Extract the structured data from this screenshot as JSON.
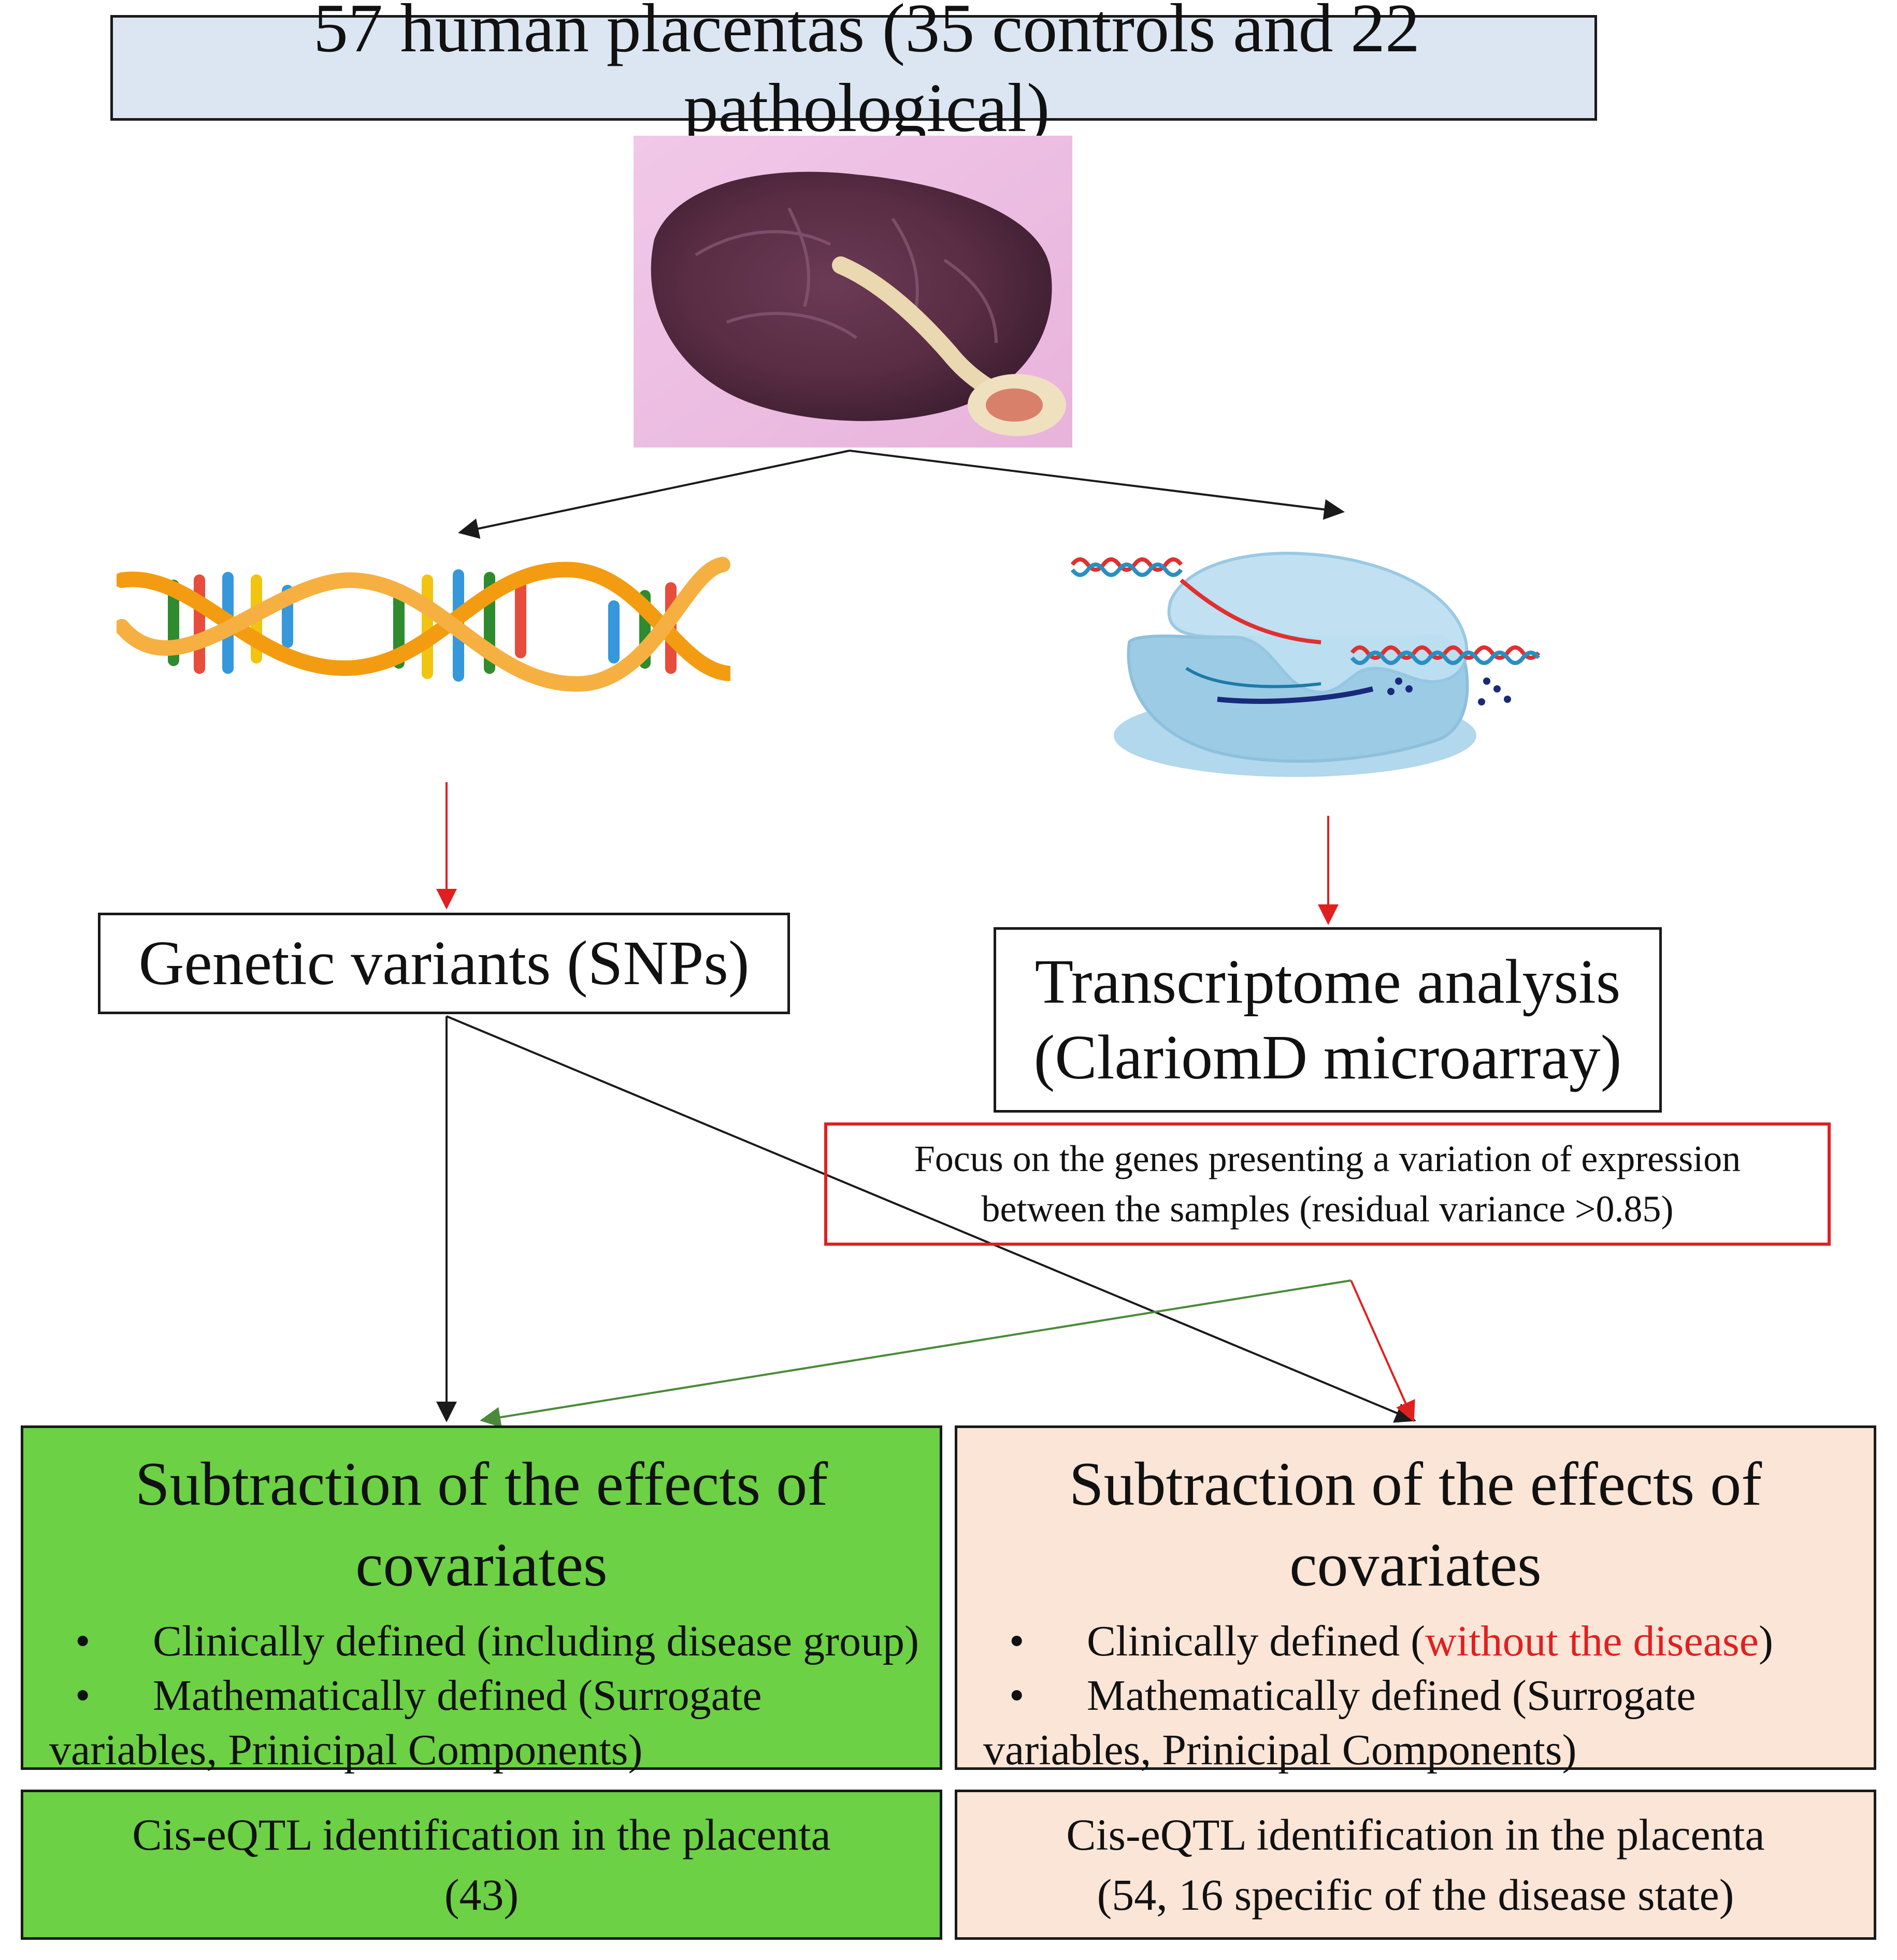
{
  "title": "57 human placentas (35 controls and 22 pathological)",
  "images": {
    "placenta": "placenta-photo",
    "dna": "dna-double-helix-icon",
    "ribosome": "transcription-ribosome-icon"
  },
  "genetic_box": {
    "label": "Genetic variants (SNPs)"
  },
  "transcriptome_box": {
    "line1": "Transcriptome analysis",
    "line2": "(ClariomD microarray)"
  },
  "focus_box": {
    "line1": "Focus on the genes presenting a variation of expression",
    "line2": "between the samples (residual variance >0.85)"
  },
  "left_panel": {
    "title_line1": "Subtraction of the effects of",
    "title_line2": "covariates",
    "bullet": "•",
    "item1": "Clinically  defined (including disease group)",
    "item2_line1": "Mathematically defined (Surrogate",
    "item2_line2": "variables, Prinicipal  Components)",
    "result_line1": "Cis-eQTL  identification  in the placenta",
    "result_line2": "(43)"
  },
  "right_panel": {
    "title_line1": "Subtraction of the effects of",
    "title_line2": "covariates",
    "bullet": "•",
    "item1_pre": "Clinically  defined (",
    "item1_highlight": "without the disease",
    "item1_post": ")",
    "item2_line1": "Mathematically defined (Surrogate",
    "item2_line2": "variables, Prinicipal  Components)",
    "result_line1": "Cis-eQTL  identification  in the placenta",
    "result_line2": "(54, 16 specific  of the disease  state)"
  },
  "colors": {
    "title_bg": "#dbe6f2",
    "left_panel_bg": "#6cd144",
    "right_panel_bg": "#fbe5d6",
    "highlight_red": "#e02020",
    "arrow_black": "#1a1a1a",
    "arrow_red": "#e02020",
    "arrow_green": "#4a8a3a"
  }
}
